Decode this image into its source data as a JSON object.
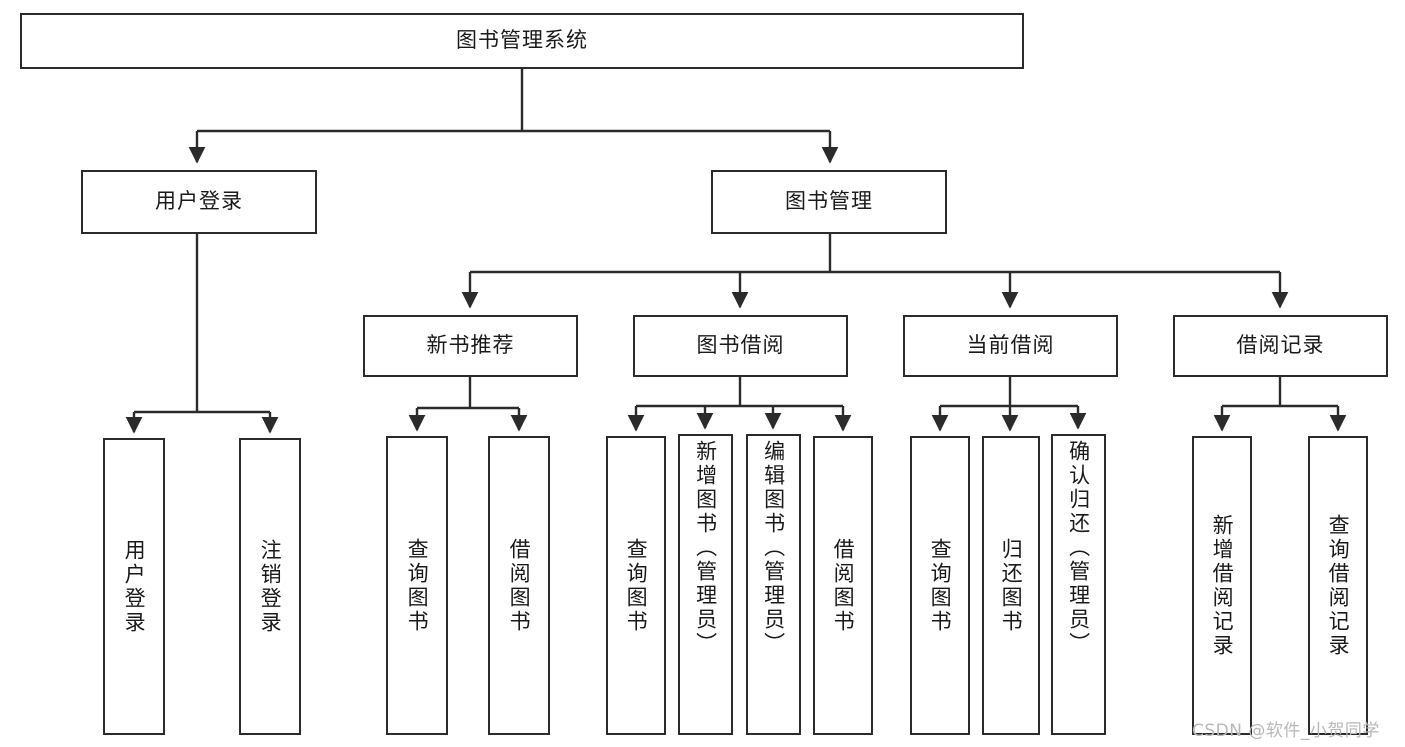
{
  "diagram": {
    "title": "图书管理系统",
    "type": "tree",
    "root": {
      "label": "图书管理系统"
    },
    "level2": [
      {
        "label": "用户登录"
      },
      {
        "label": "图书管理"
      }
    ],
    "level3": [
      {
        "label": "新书推荐"
      },
      {
        "label": "图书借阅"
      },
      {
        "label": "当前借阅"
      },
      {
        "label": "借阅记录"
      }
    ],
    "leaves": {
      "user_login": [
        {
          "label": "用户登录"
        },
        {
          "label": "注销登录"
        }
      ],
      "new_book_recommend": [
        {
          "label": "查询图书"
        },
        {
          "label": "借阅图书"
        }
      ],
      "book_borrow": [
        {
          "label": "查询图书"
        },
        {
          "label": "新增图书（管理员）"
        },
        {
          "label": "编辑图书（管理员）"
        },
        {
          "label": "借阅图书"
        }
      ],
      "current_borrow": [
        {
          "label": "查询图书"
        },
        {
          "label": "归还图书"
        },
        {
          "label": "确认归还（管理员）"
        }
      ],
      "borrow_record": [
        {
          "label": "新增借阅记录"
        },
        {
          "label": "查询借阅记录"
        }
      ]
    }
  },
  "watermark": {
    "text": "CSDN @软件_小贺同学"
  },
  "colors": {
    "box_border": "#2b2b2b",
    "box_fill": "#ffffff",
    "line": "#2b2b2b",
    "text": "#1a1a1a",
    "watermark": "#b8b8b8",
    "background": "#ffffff"
  }
}
